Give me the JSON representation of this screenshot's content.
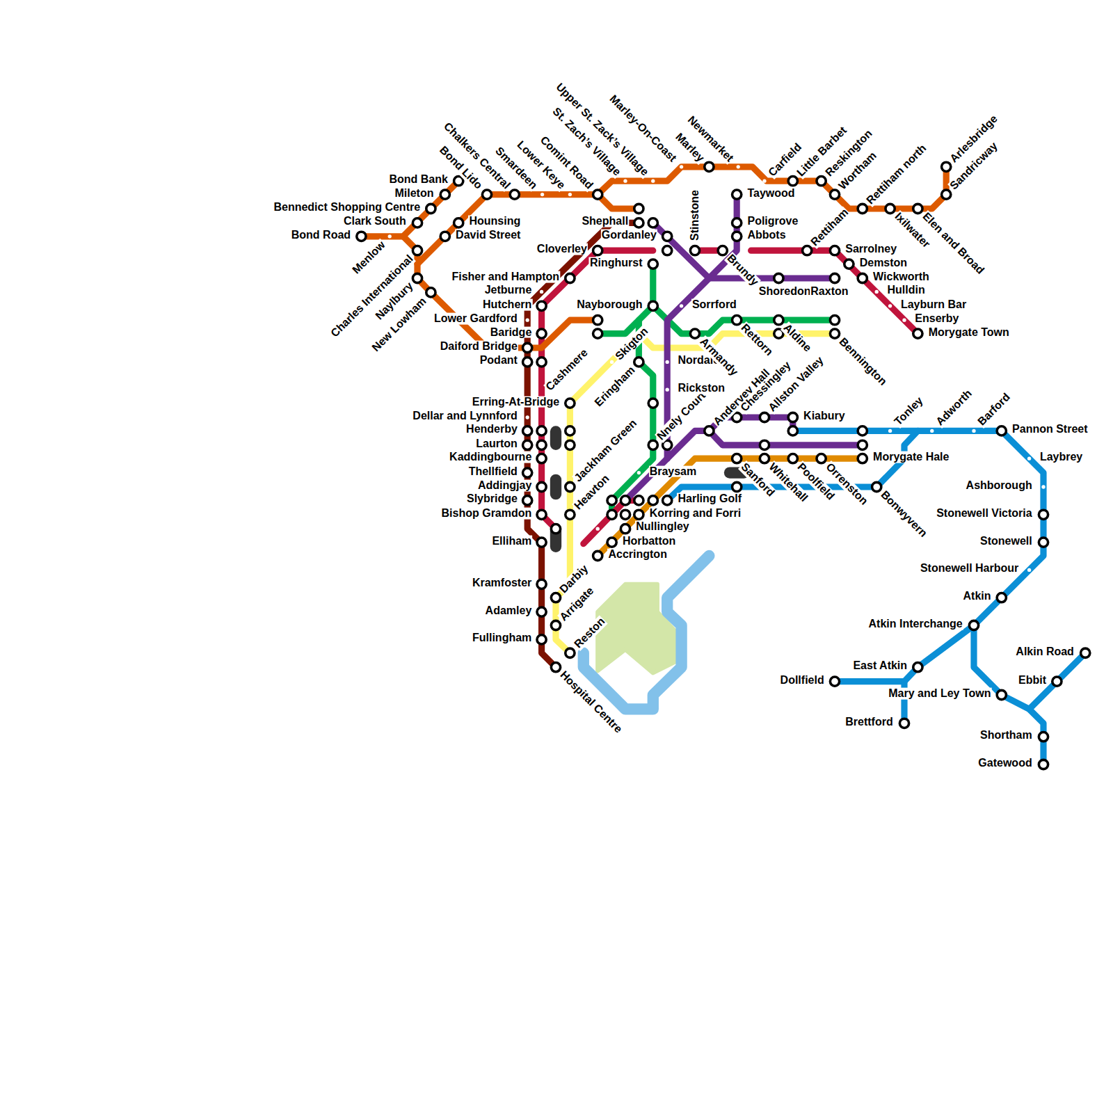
{
  "diagram": {
    "labels": [
      "Bond Bank",
      "Bond Lido",
      "Chalkers Central",
      "Smardeen",
      "Lower Keye",
      "Comint Road",
      "St. Zach’s Village",
      "Upper St. Zack’s Village",
      "Marley-On-Coast",
      "Marley",
      "Newmarket",
      "Carfield",
      "Little Barbet",
      "Reskington",
      "Wortham",
      "Rettiham north",
      "Arlesbridge",
      "Sandricway",
      "Ixilwater",
      "Elen and Broad",
      "Mileton",
      "Bennedict Shopping Centre",
      "Clark South",
      "Bond Road",
      "Hounsing",
      "David Street",
      "Menlow",
      "Charles International",
      "Naylbury",
      "New Lowham",
      "Stinstone",
      "Shephall",
      "Gordanley",
      "Cloverley",
      "Ringhurst",
      "Fisher and Hampton",
      "Jetburne",
      "Hutchern",
      "Lower Gardford",
      "Baridge",
      "Daiford Bridge",
      "Podant",
      "Nayborough",
      "Cashmere",
      "Skigton",
      "Erring-At-Bridge",
      "Eringham",
      "Dellar and Lynnford",
      "Henderby",
      "Laurton",
      "Kaddingbourne",
      "Thellfield",
      "Addingjay",
      "Slybridge",
      "Bishop Gramdon",
      "Elliham",
      "Kramfoster",
      "Adamley",
      "Fullingham",
      "Hospital Centre",
      "Reston",
      "Arrigate",
      "Darbiy",
      "Heavton",
      "Jackham Green",
      "Nnely Court",
      "Braysam",
      "Nordale",
      "Rickston",
      "Sorrford",
      "Armandy",
      "Rettorn",
      "Aldine",
      "Bennington",
      "Brundy",
      "Rettiham",
      "Taywood",
      "Poligrove",
      "Abbots",
      "Shoredon",
      "Raxton",
      "Sarrolney",
      "Demston",
      "Wickworth",
      "Hulldin",
      "Layburn Bar",
      "Enserby",
      "Morygate Town",
      "Andervey Hall",
      "Chessingley",
      "Allston Valley",
      "Kiabury",
      "Tonley",
      "Adworth",
      "Barford",
      "Pannon Street",
      "Morygate Hale",
      "Sanford",
      "Whitehall",
      "Poolfield",
      "Orrenston",
      "Bonwyvern",
      "Harling Golf",
      "Korring and Forri",
      "Nullingley",
      "Horbatton",
      "Accrington",
      "Laybrey",
      "Ashborough",
      "Stonewell Victoria",
      "Stonewell",
      "Stonewell Harbour",
      "Atkin",
      "Atkin Interchange",
      "East Atkin",
      "Dollfield",
      "Mary and Ley Town",
      "Brettford",
      "Alkin Road",
      "Ebbit",
      "Shortham",
      "Gatewood"
    ]
  }
}
